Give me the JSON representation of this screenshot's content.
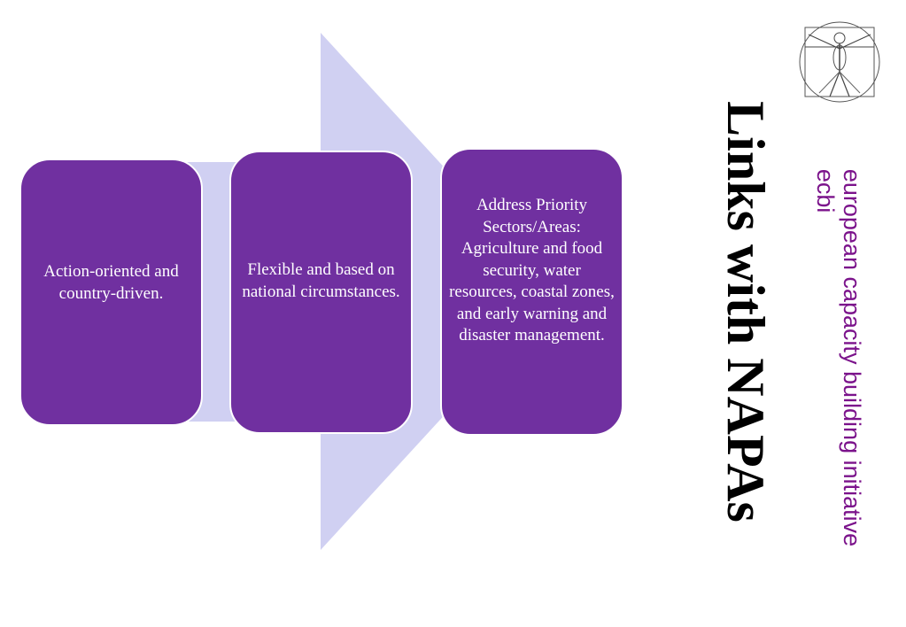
{
  "slide": {
    "title": "Links with NAPAs",
    "org_line1": "european capacity building initiative",
    "org_line2": "ecbi",
    "logo_icon": "vitruvian-man-icon"
  },
  "diagram": {
    "arrow_color": "#d0d0f2",
    "box_color": "#7030a0",
    "boxes": [
      {
        "text": "Action-oriented and country-driven."
      },
      {
        "text": "Flexible and based on national circumstances."
      },
      {
        "text": "Address Priority Sectors/Areas: Agriculture and food security, water resources, coastal zones, and early warning and disaster management."
      }
    ]
  }
}
